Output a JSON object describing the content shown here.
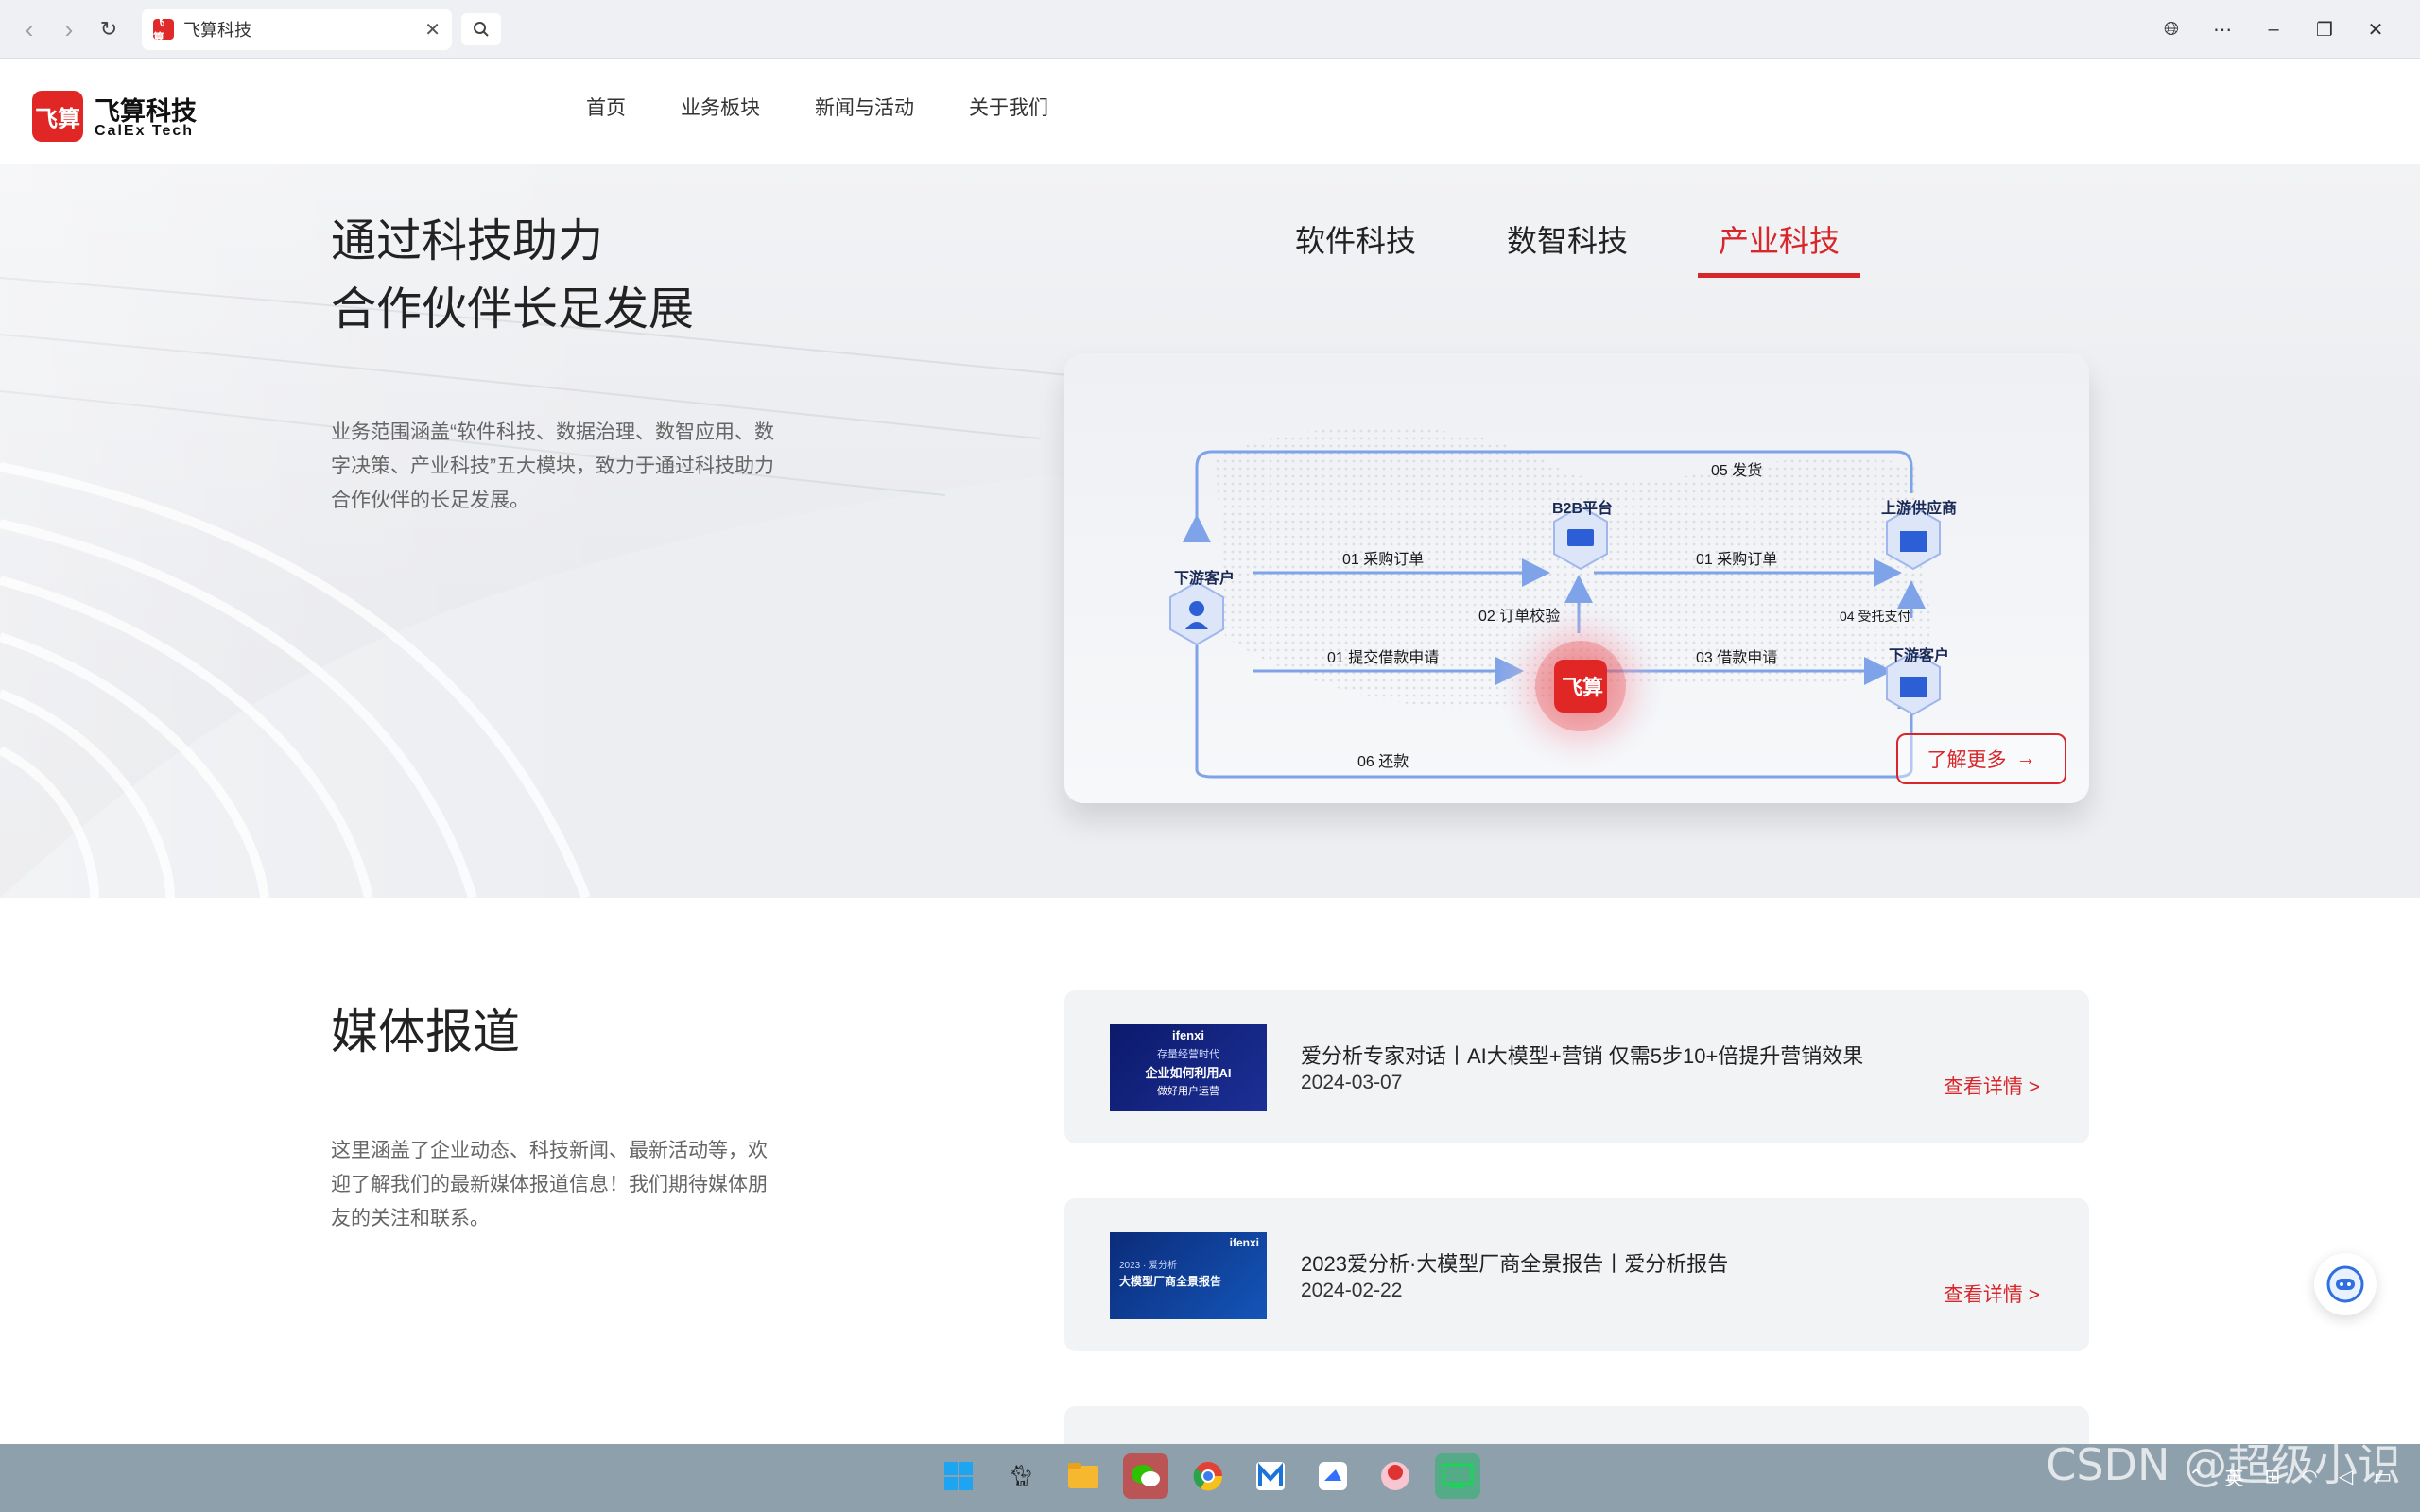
{
  "browser": {
    "tab_title": "飞算科技",
    "favicon_text": "飞算"
  },
  "logo": {
    "mark_text": "飞算",
    "name_cn": "飞算科技",
    "name_en": "CalEx Tech"
  },
  "nav": {
    "items": [
      {
        "label": "首页"
      },
      {
        "label": "业务板块"
      },
      {
        "label": "新闻与活动"
      },
      {
        "label": "关于我们"
      }
    ]
  },
  "hero": {
    "title": "通过科技助力\n合作伙伴长足发展",
    "description": "业务范围涵盖“软件科技、数据治理、数智应用、数字决策、产业科技”五大模块，致力于通过科技助力合作伙伴的长足发展。",
    "tabs": [
      {
        "label": "软件科技",
        "active": false
      },
      {
        "label": "数智科技",
        "active": false
      },
      {
        "label": "产业科技",
        "active": true
      }
    ],
    "learn_more": "了解更多"
  },
  "diagram": {
    "nodes": {
      "downstream_left": "下游客户",
      "b2b": "B2B平台",
      "upstream": "上游供应商",
      "downstream_right": "下游客户",
      "center": "飞算"
    },
    "edges": {
      "ship": "05 发货",
      "po_left": "01 采购订单",
      "po_right": "01 采购订单",
      "verify": "02 订单校验",
      "loan_submit": "01 提交借款申请",
      "loan_apply": "03 借款申请",
      "pay": "04 受托支付",
      "repay": "06 还款"
    }
  },
  "media": {
    "title": "媒体报道",
    "description": "这里涵盖了企业动态、科技新闻、最新活动等，欢迎了解我们的最新媒体报道信息！我们期待媒体朋友的关注和联系。",
    "news": [
      {
        "thumb_brand": "ifenxi",
        "thumb_line1": "存量经营时代",
        "thumb_line2": "企业如何利用AI",
        "thumb_line3": "做好用户运营",
        "title": "爱分析专家对话丨AI大模型+营销 仅需5步10+倍提升营销效果",
        "date": "2024-03-07",
        "more": "查看详情 >"
      },
      {
        "thumb_brand": "ifenxi",
        "thumb_line1": "2023 · 爱分析",
        "thumb_line2": "大模型厂商全景报告",
        "thumb_line3": "",
        "title": "2023爱分析·大模型厂商全景报告丨爱分析报告",
        "date": "2024-02-22",
        "more": "查看详情 >"
      }
    ]
  },
  "taskbar": {
    "tray_lang": "英",
    "watermark": "CSDN @超级小识"
  },
  "colors": {
    "brand_red": "#d8262a",
    "diagram_blue": "#7fa3e8"
  }
}
